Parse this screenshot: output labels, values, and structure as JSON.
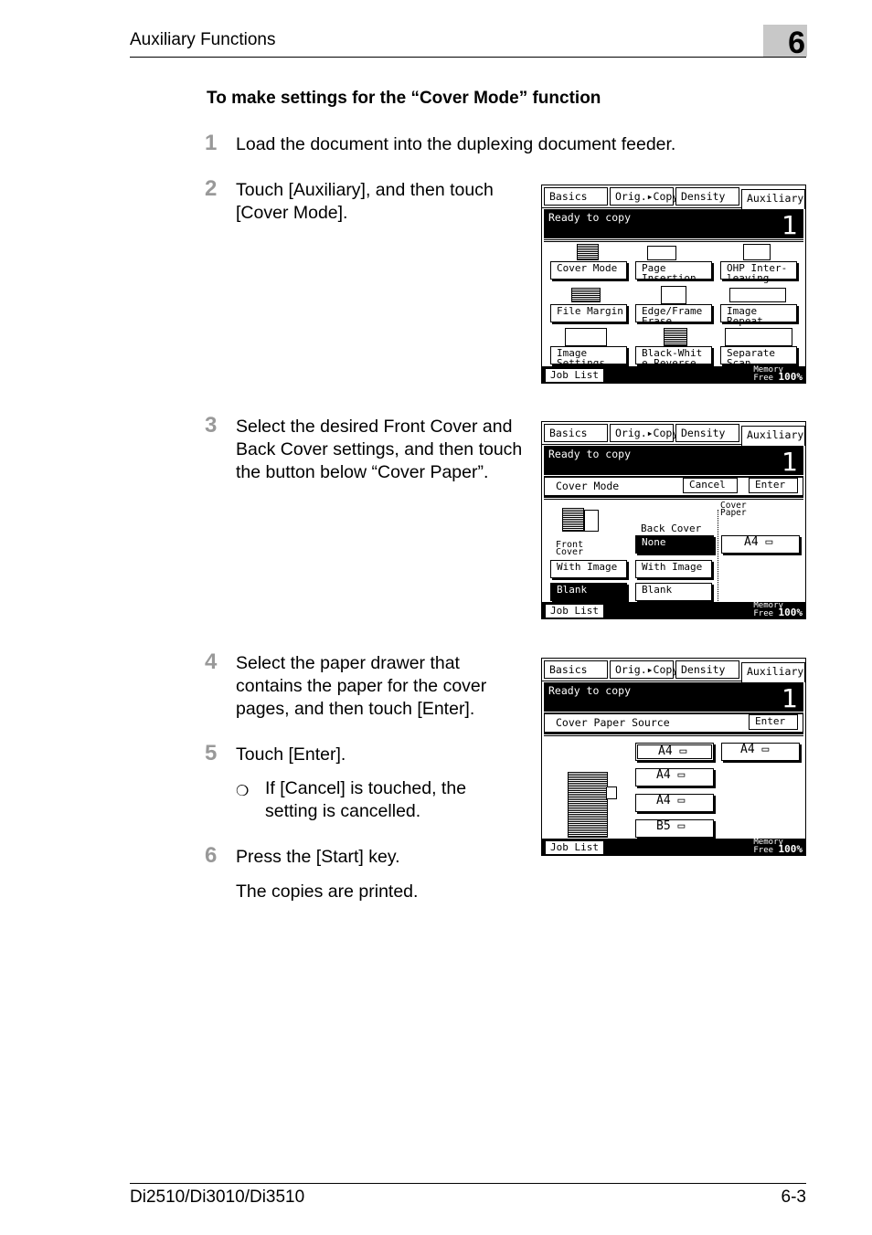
{
  "header": {
    "title": "Auxiliary Functions",
    "chapter": "6"
  },
  "heading": "To make settings for the “Cover Mode” function",
  "steps": [
    {
      "num": "1",
      "text": "Load the document into the duplexing document feeder."
    },
    {
      "num": "2",
      "text": "Touch [Auxiliary], and then touch [Cover Mode]."
    },
    {
      "num": "3",
      "text": "Select the desired Front Cover and Back Cover settings, and then touch the button below “Cover Paper”."
    },
    {
      "num": "4",
      "text": "Select the paper drawer that contains the paper for the cover pages, and then touch [Enter]."
    },
    {
      "num": "5",
      "text": "Touch [Enter]."
    },
    {
      "num": "6",
      "text": "Press the [Start] key."
    }
  ],
  "note": {
    "bullet": "❍",
    "text": "If [Cancel] is touched, the setting is cancelled."
  },
  "result": "The copies are printed.",
  "screen": {
    "tabs": {
      "basics": "Basics",
      "orig_copy": "Orig.▸Copy",
      "density": "Density",
      "auxiliary": "Auxiliary"
    },
    "status": "Ready to copy",
    "copies": "1",
    "job_list": "Job List",
    "memory": "Memory",
    "free": "Free",
    "memory_pct": "100%"
  },
  "screen1": {
    "buttons": [
      "Cover Mode",
      "Page Insertion",
      "OHP Inter-leaving",
      "File Margin",
      "Edge/Frame Erase",
      "Image Repeat",
      "Image Settings",
      "Black-Whit e Reverse",
      "Separate Scan"
    ]
  },
  "screen2": {
    "title": "Cover Mode",
    "cancel": "Cancel",
    "enter": "Enter",
    "cover_paper": "Cover Paper",
    "back_cover": "Back Cover",
    "front_cover": "Front Cover",
    "back_none": "None",
    "front_with_image": "With Image",
    "back_with_image": "With Image",
    "front_blank": "Blank",
    "back_blank": "Blank",
    "paper": "A4 ▭"
  },
  "screen3": {
    "title": "Cover Paper Source",
    "enter": "Enter",
    "drawers": [
      "A4 ▭",
      "A4 ▭",
      "A4 ▭",
      "B5 ▭"
    ],
    "manual": "A4 ▭"
  },
  "footer": {
    "model": "Di2510/Di3010/Di3510",
    "page": "6-3"
  }
}
